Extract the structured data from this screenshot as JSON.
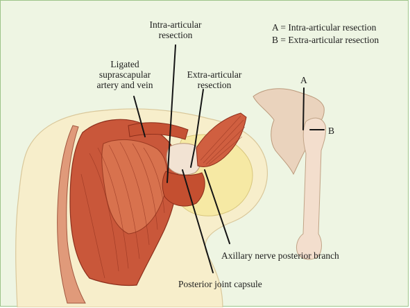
{
  "labels": {
    "intra_articular": "Intra-articular\nresection",
    "ligated_vessels": "Ligated\nsuprascapular\nartery and vein",
    "extra_articular": "Extra-articular\nresection",
    "axillary_nerve": "Axillary nerve posterior branch",
    "posterior_capsule": "Posterior joint capsule"
  },
  "legend": {
    "a": "A = Intra-articular resection",
    "b": "B = Extra-articular resection"
  },
  "inset": {
    "marker_a": "A",
    "marker_b": "B"
  },
  "colors": {
    "panel_background": "#eef5e3",
    "panel_border": "#9cc489",
    "muscle": "#c8553a",
    "fat": "#f4e7a6",
    "bone": "#f1dcc4",
    "leader_line": "#141414"
  }
}
